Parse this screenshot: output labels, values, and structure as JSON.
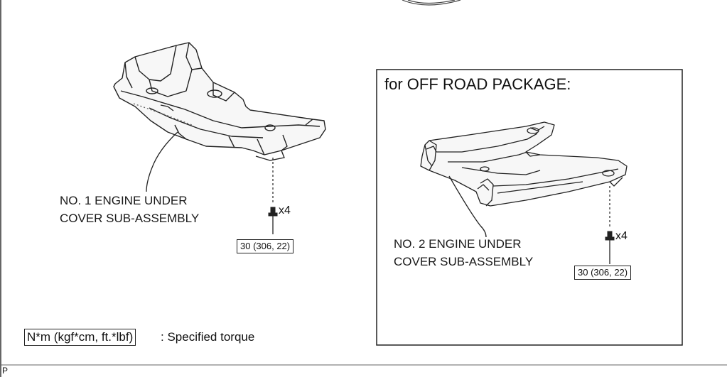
{
  "parts": {
    "no1_label": [
      "NO. 1 ENGINE UNDER",
      "COVER SUB-ASSEMBLY"
    ],
    "no2_label": [
      "NO. 2 ENGINE UNDER",
      "COVER SUB-ASSEMBLY"
    ]
  },
  "fasteners": {
    "no1_qty": "x4",
    "no1_torque": "30 (306, 22)",
    "no2_qty": "x4",
    "no2_torque": "30 (306, 22)"
  },
  "off_road_panel": {
    "title": "for OFF ROAD PACKAGE:"
  },
  "legend": {
    "unit_box": "N*m (kgf*cm, ft.*lbf)",
    "description": ": Specified torque"
  },
  "corner_code": "P"
}
